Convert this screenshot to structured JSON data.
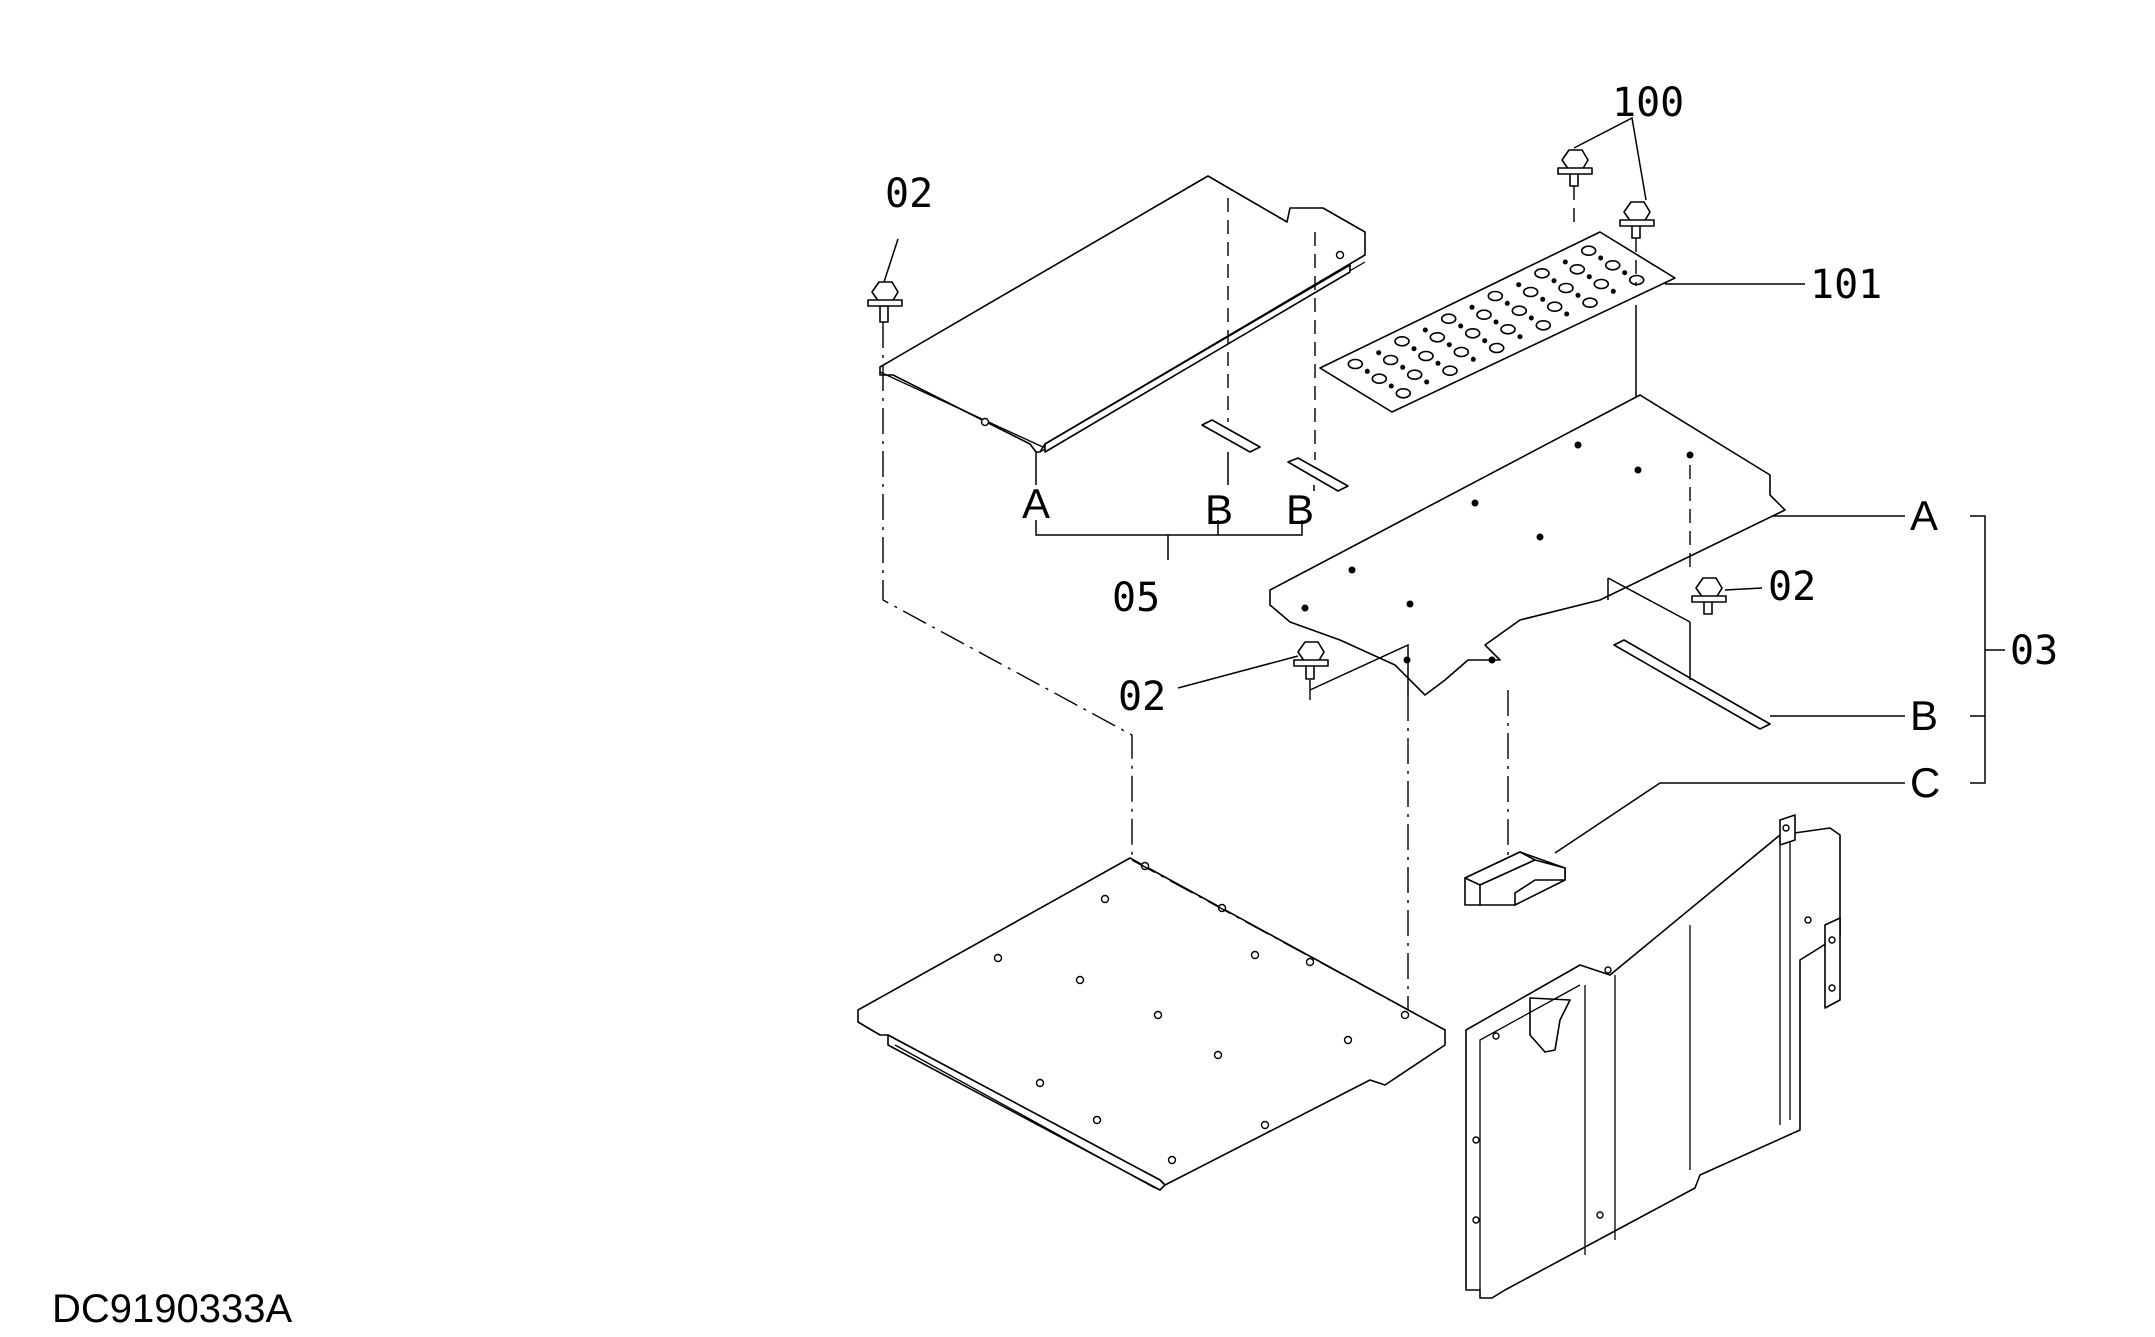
{
  "callouts": {
    "bolt_top_left": "02",
    "bolt_mid": "02",
    "bolt_right": "02",
    "bolts_top": "100",
    "tread_plate": "101",
    "cover_group": "05",
    "plate_group": "03"
  },
  "letters": {
    "cover_a": "A",
    "cover_b1": "B",
    "cover_b2": "B",
    "plate_a": "A",
    "plate_b": "B",
    "plate_c": "C"
  },
  "drawing_code": "DC9190333A"
}
